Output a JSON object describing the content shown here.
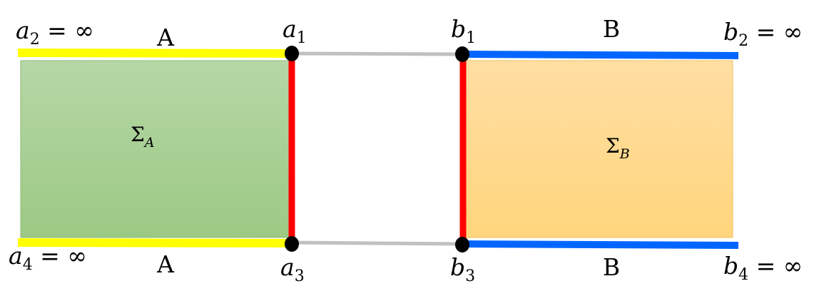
{
  "colors": {
    "region_a_top": "#b5d7a6",
    "region_a_bottom": "#9cc984",
    "region_a_border": "#8fb97a",
    "region_b_top": "#ffdea3",
    "region_b_bottom": "#ffd57c",
    "region_b_border": "#e8c060",
    "boundary_a": "#ffff00",
    "boundary_b": "#0066ff",
    "cut_line": "#ff0000",
    "gap_line": "#c0c0c0",
    "endpoint": "#000000"
  },
  "labels": {
    "a1": {
      "base": "a",
      "sub": "1"
    },
    "a2": {
      "base": "a",
      "sub": "2",
      "suffix": " = ∞"
    },
    "a3": {
      "base": "a",
      "sub": "3"
    },
    "a4": {
      "base": "a",
      "sub": "4",
      "suffix": " = ∞"
    },
    "b1": {
      "base": "b",
      "sub": "1"
    },
    "b2": {
      "base": "b",
      "sub": "2",
      "suffix": " = ∞"
    },
    "b3": {
      "base": "b",
      "sub": "3"
    },
    "b4": {
      "base": "b",
      "sub": "4",
      "suffix": " = ∞"
    },
    "region_a_top": "A",
    "region_a_bottom": "A",
    "region_b_top": "B",
    "region_b_bottom": "B",
    "sigma_a": {
      "base": "Σ",
      "sub": "A"
    },
    "sigma_b": {
      "base": "Σ",
      "sub": "B"
    }
  }
}
